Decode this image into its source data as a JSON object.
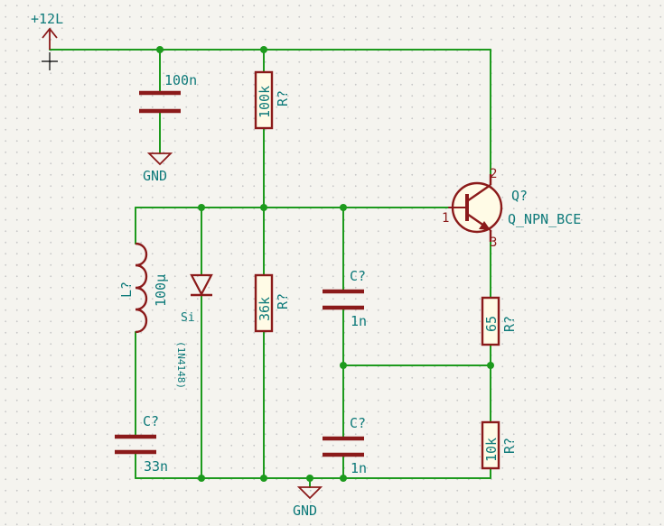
{
  "power": {
    "vcc_label": "+12L",
    "gnd_top_label": "GND",
    "gnd_bottom_label": "GND"
  },
  "components": {
    "c_top": {
      "value": "100n"
    },
    "r_top": {
      "ref": "R?",
      "value": "100k"
    },
    "r_mid": {
      "ref": "R?",
      "value": "36k"
    },
    "q1": {
      "ref": "Q?",
      "value": "Q_NPN_BCE",
      "pin_b": "1",
      "pin_c": "2",
      "pin_e": "3"
    },
    "inductor": {
      "ref": "L?",
      "value": "100µ"
    },
    "diode": {
      "label": "Si",
      "part": "(1N4148)"
    },
    "c_mid": {
      "ref": "C?",
      "value": "1n"
    },
    "c_low": {
      "ref": "C?",
      "value": "1n"
    },
    "c_left": {
      "ref": "C?",
      "value": "33n"
    },
    "r_e1": {
      "ref": "R?",
      "value": "65"
    },
    "r_e2": {
      "ref": "R?",
      "value": "10k"
    }
  },
  "colors": {
    "wire": "#1d9a1d",
    "component": "#8b1a1a",
    "label": "#0e7a7a",
    "component_fill": "#fffbe6",
    "background": "#f5f4ef"
  }
}
